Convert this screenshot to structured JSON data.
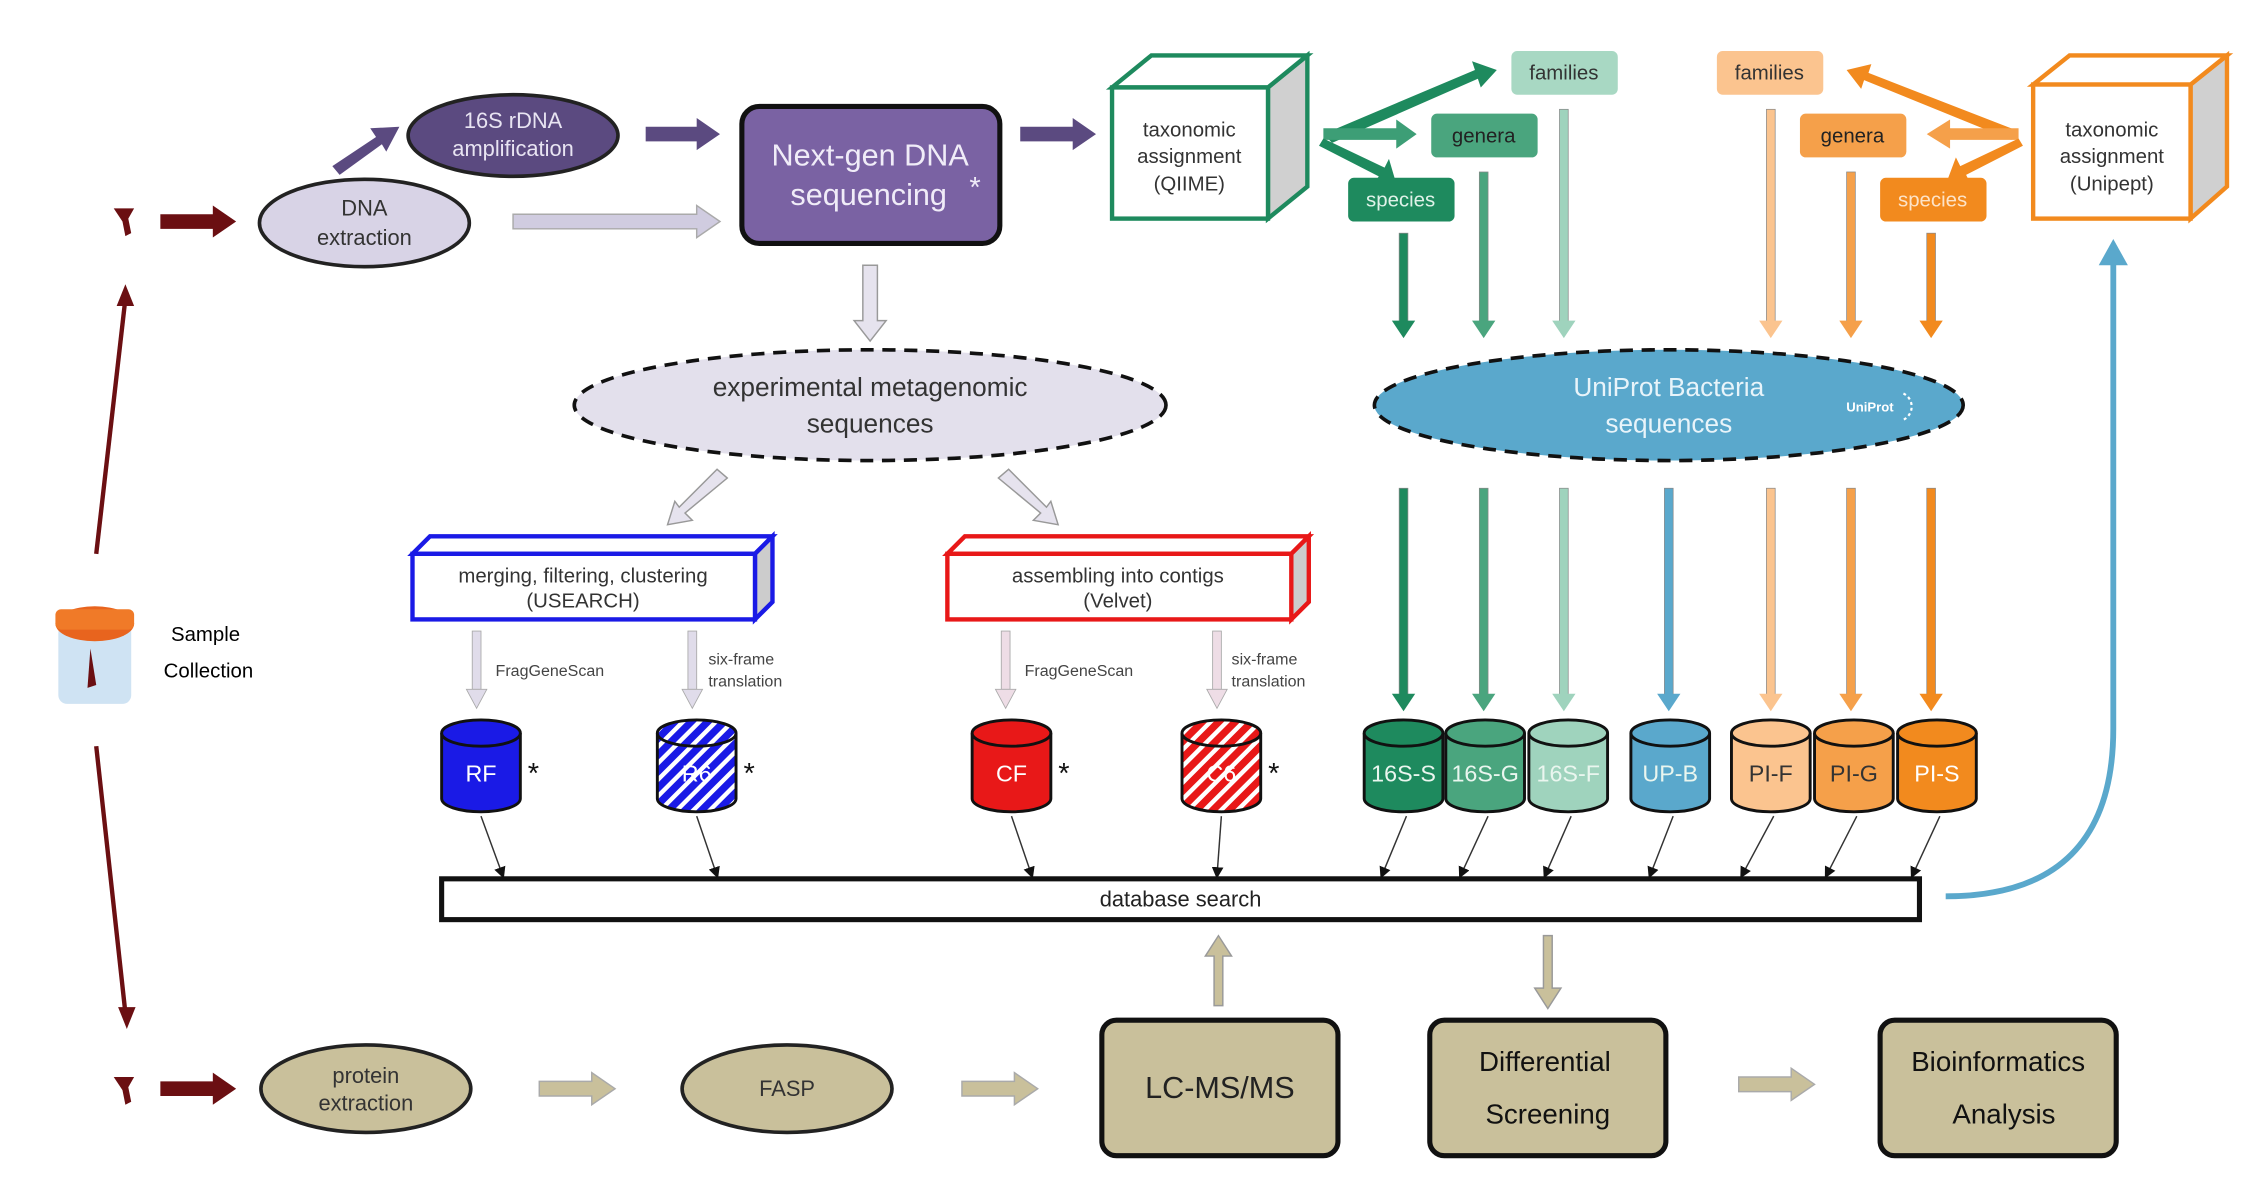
{
  "colors": {
    "dark_red": "#6b0f12",
    "purple_dark": "#5b4a80",
    "purple": "#7a62a3",
    "lavender": "#d8d3e6",
    "green_dark": "#1e8a5e",
    "green_mid": "#4aa57e",
    "green_light": "#9fd3bd",
    "orange_dark": "#f28a1e",
    "orange_mid": "#f5a04a",
    "orange_light": "#fbc48f",
    "uniprot_blue": "#5aa8cc",
    "usearch_blue": "#1a1ae6",
    "velvet_red": "#e81818",
    "tan": "#c9c09b"
  },
  "sample": {
    "line1": "Sample",
    "line2": "Collection",
    "icon": "sample-cup-icon"
  },
  "dna_extraction": {
    "line1": "DNA",
    "line2": "extraction"
  },
  "rdna": {
    "line1": "16S rDNA",
    "line2": "amplification"
  },
  "ngs": {
    "line1": "Next-gen DNA",
    "line2": "sequencing",
    "mark": "*"
  },
  "qiime": {
    "line1": "taxonomic",
    "line2": "assignment",
    "line3": "(QIIME)"
  },
  "unipept": {
    "line1": "taxonomic",
    "line2": "assignment",
    "line3": "(Unipept)"
  },
  "green_tags": {
    "families": "families",
    "genera": "genera",
    "species": "species"
  },
  "orange_tags": {
    "families": "families",
    "genera": "genera",
    "species": "species"
  },
  "experimental": {
    "line1": "experimental metagenomic",
    "line2": "sequences"
  },
  "uniprot": {
    "line1": "UniProt Bacteria",
    "line2": "sequences",
    "logo": "UniProt"
  },
  "usearch": {
    "line1": "merging, filtering, clustering",
    "line2": "(USEARCH)"
  },
  "velvet": {
    "line1": "assembling into contigs",
    "line2": "(Velvet)"
  },
  "steps": {
    "fraggenescan": "FragGeneScan",
    "sixframe1": "six-frame",
    "sixframe2": "translation"
  },
  "databases": [
    "RF",
    "R6",
    "CF",
    "C6",
    "16S-S",
    "16S-G",
    "16S-F",
    "UP-B",
    "PI-F",
    "PI-G",
    "PI-S"
  ],
  "asterisk": "*",
  "database_search": "database search",
  "protein_extraction": {
    "line1": "protein",
    "line2": "extraction"
  },
  "fasp": "FASP",
  "lcms": "LC-MS/MS",
  "differential": {
    "line1": "Differential",
    "line2": "Screening"
  },
  "bioinformatics": {
    "line1": "Bioinformatics",
    "line2": "Analysis"
  }
}
